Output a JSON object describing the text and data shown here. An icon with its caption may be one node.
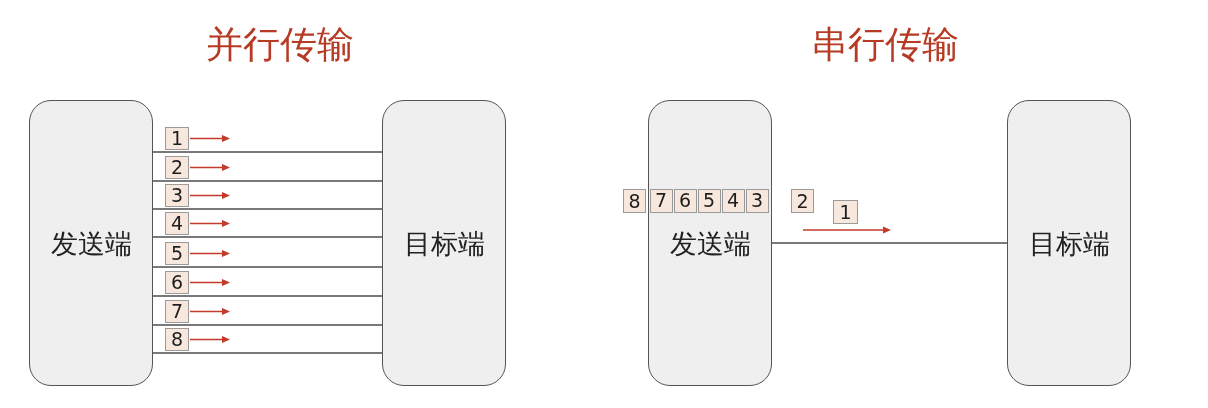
{
  "diagram": {
    "nodes": [
      {
        "text": [
          "发送端"
        ]
      },
      {
        "text": [
          "目标端"
        ]
      },
      {
        "text": [
          "1"
        ]
      },
      {
        "text": [
          "2"
        ]
      },
      {
        "text": [
          "3"
        ]
      },
      {
        "text": [
          "4"
        ]
      },
      {
        "text": [
          "5"
        ]
      },
      {
        "text": [
          "6"
        ]
      },
      {
        "text": [
          "7"
        ]
      },
      {
        "text": [
          "8"
        ]
      },
      {
        "text": [
          "发送端"
        ]
      },
      {
        "text": [
          "目标端"
        ]
      },
      {
        "text": [
          "8"
        ]
      },
      {
        "text": [
          "7"
        ],
        "in": 10
      },
      {
        "text": [
          "6"
        ],
        "in": 10
      },
      {
        "text": [
          "5"
        ],
        "in": 10
      },
      {
        "text": [
          "4"
        ],
        "in": 10
      },
      {
        "text": [
          "3"
        ],
        "in": 10
      },
      {
        "text": [
          "2"
        ]
      },
      {
        "text": [
          "1"
        ]
      }
    ],
    "edges": [
      {
        "from": 0,
        "to": 1,
        "arrow": "none"
      },
      {
        "from": 0,
        "to": 1,
        "arrow": "none"
      },
      {
        "from": 0,
        "to": 1,
        "arrow": "none"
      },
      {
        "from": 0,
        "to": 1,
        "arrow": "none"
      },
      {
        "from": 0,
        "to": 1,
        "arrow": "none"
      },
      {
        "from": 0,
        "to": 1,
        "arrow": "none"
      },
      {
        "from": 0,
        "to": 1,
        "arrow": "none"
      },
      {
        "from": 0,
        "to": 1,
        "arrow": "none"
      },
      {
        "from": 10,
        "to": 11,
        "arrow": "none"
      }
    ],
    "labels": [
      "并行传输",
      "串行传输"
    ]
  }
}
